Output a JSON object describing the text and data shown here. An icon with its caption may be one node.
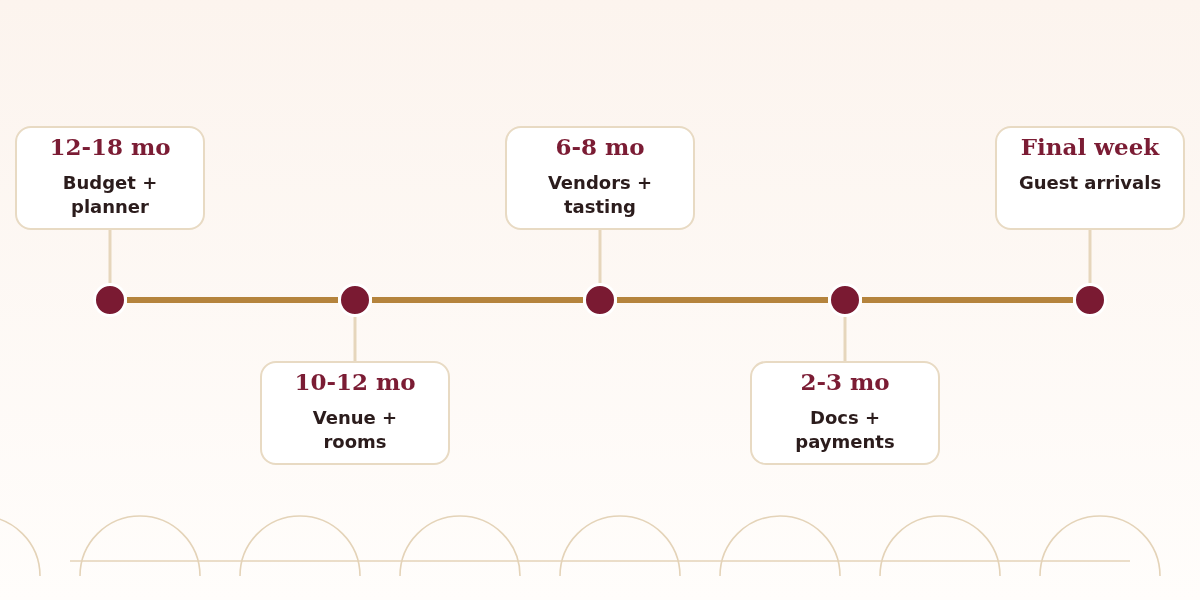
{
  "diagram": {
    "nodes": [
      {
        "text": [
          "12-18 mo",
          "Budget + planner"
        ]
      },
      {
        "text": [
          "10-12 mo",
          "Venue + rooms"
        ]
      },
      {
        "text": [
          "6-8 mo",
          "Vendors + tasting"
        ]
      },
      {
        "text": [
          "2-3 mo",
          "Docs + payments"
        ]
      },
      {
        "text": [
          "Final week",
          "Guest arrivals"
        ]
      },
      {
        "text": [],
        "shape": "circle"
      },
      {
        "text": [],
        "shape": "circle"
      },
      {
        "text": [],
        "shape": "circle"
      },
      {
        "text": [],
        "shape": "circle"
      },
      {
        "text": [],
        "shape": "circle"
      }
    ],
    "edges": [
      {
        "from": 5,
        "to": 6,
        "arrow": "none",
        "style": "thick",
        "color": "#b5843d"
      },
      {
        "from": 6,
        "to": 7,
        "arrow": "none",
        "style": "thick",
        "color": "#b5843d"
      },
      {
        "from": 7,
        "to": 8,
        "arrow": "none",
        "style": "thick",
        "color": "#b5843d"
      },
      {
        "from": 8,
        "to": 9,
        "arrow": "none",
        "style": "thick",
        "color": "#b5843d"
      },
      {
        "from": 0,
        "to": 5,
        "arrow": "none"
      },
      {
        "from": 1,
        "to": 6,
        "arrow": "none"
      },
      {
        "from": 2,
        "to": 7,
        "arrow": "none"
      },
      {
        "from": 3,
        "to": 8,
        "arrow": "none"
      },
      {
        "from": 4,
        "to": 9,
        "arrow": "none"
      }
    ]
  }
}
